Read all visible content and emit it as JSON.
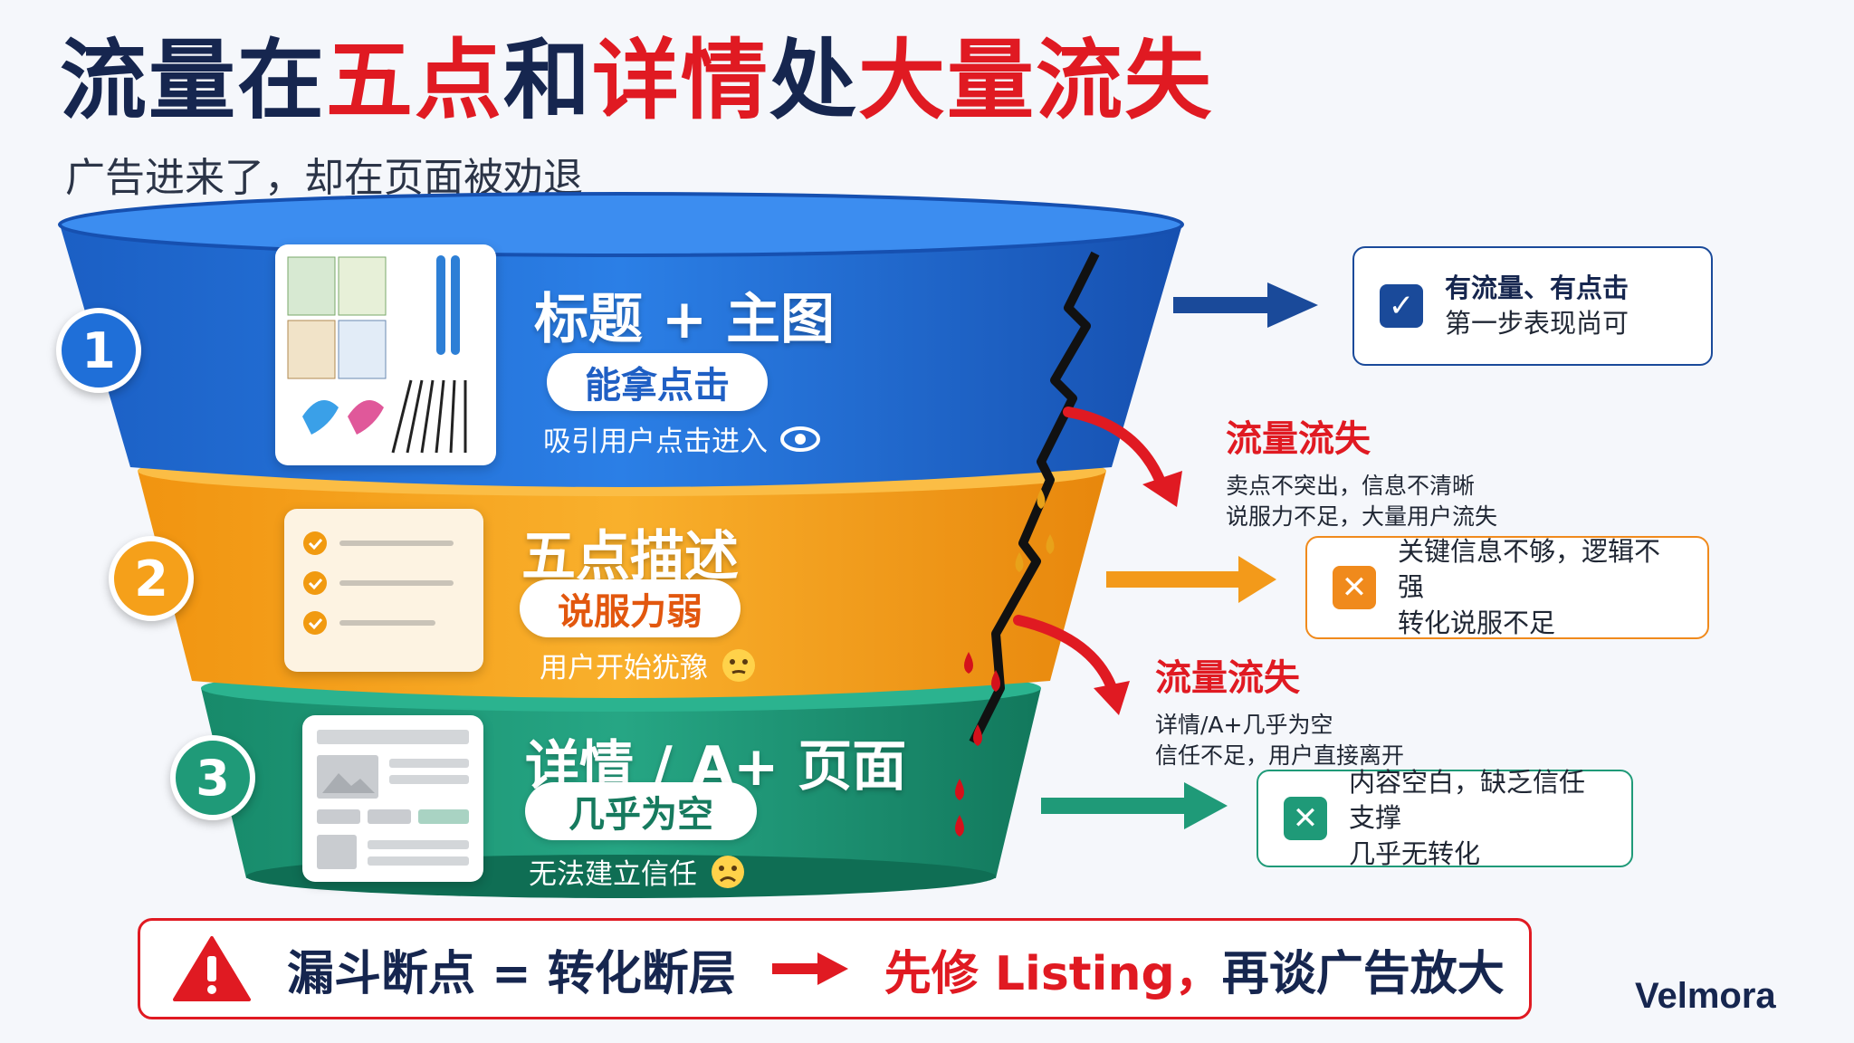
{
  "header": {
    "title_parts": [
      "流量在",
      "五点",
      "和",
      "详情",
      "处",
      "大量流失"
    ],
    "subtitle": "广告进来了，却在页面被劝退"
  },
  "stages": [
    {
      "number": "1",
      "title": "标题 + 主图",
      "pill": "能拿点击",
      "desc": "吸引用户点击进入",
      "icon": "eye-icon",
      "color": "#1f6fd8"
    },
    {
      "number": "2",
      "title": "五点描述",
      "pill": "说服力弱",
      "desc": "用户开始犹豫",
      "icon": "thinking-face-icon",
      "color": "#f5a01a"
    },
    {
      "number": "3",
      "title": "详情 / A+ 页面",
      "pill": "几乎为空",
      "desc": "无法建立信任",
      "icon": "sad-face-icon",
      "color": "#1f9a78"
    }
  ],
  "status_boxes": [
    {
      "line1": "有流量、有点击",
      "line2": "第一步表现尚可",
      "icon": "check-icon",
      "color": "#1a4a9a"
    },
    {
      "line1": "关键信息不够，逻辑不强",
      "line2": "转化说服不足",
      "icon": "x-icon",
      "color": "#f08a1c"
    },
    {
      "line1": "内容空白，缺乏信任支撑",
      "line2": "几乎无转化",
      "icon": "x-icon",
      "color": "#1f9a78"
    }
  ],
  "losses": [
    {
      "title": "流量流失",
      "line1": "卖点不突出，信息不清晰",
      "line2": "说服力不足，大量用户流失"
    },
    {
      "title": "流量流失",
      "line1": "详情/A+几乎为空",
      "line2": "信任不足，用户直接离开"
    }
  ],
  "banner": {
    "left": "漏斗断点 = 转化断层",
    "right_red": "先修 Listing，",
    "right_dark": "再谈广告放大",
    "icon": "warning-icon"
  },
  "brand": "Velmora",
  "colors": {
    "navy": "#16264f",
    "red": "#e01a22",
    "blue": "#1f6fd8",
    "orange": "#f5a01a",
    "green": "#1f9a78"
  }
}
